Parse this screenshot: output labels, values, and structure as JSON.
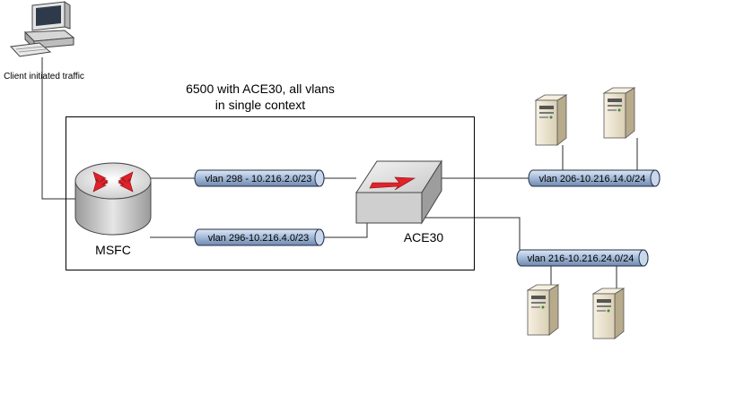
{
  "client": {
    "label": "Client initiated traffic"
  },
  "chassis": {
    "title_line1": "6500 with ACE30, all vlans",
    "title_line2": "in single context"
  },
  "msfc": {
    "label": "MSFC"
  },
  "ace": {
    "label": "ACE30"
  },
  "vlans": {
    "v298": "vlan 298 - 10.216.2.0/23",
    "v296": "vlan 296-10.216.4.0/23",
    "v206": "vlan 206-10.216.14.0/24",
    "v216": "vlan 216-10.216.24.0/24"
  },
  "colors": {
    "pipe_fill": "#a8bedb",
    "pipe_stroke": "#1f2f4a",
    "line": "#2b2b2b",
    "router_arrow": "#e0222a",
    "ace_arrow": "#e0222a",
    "server_body": "#efe7d2"
  }
}
